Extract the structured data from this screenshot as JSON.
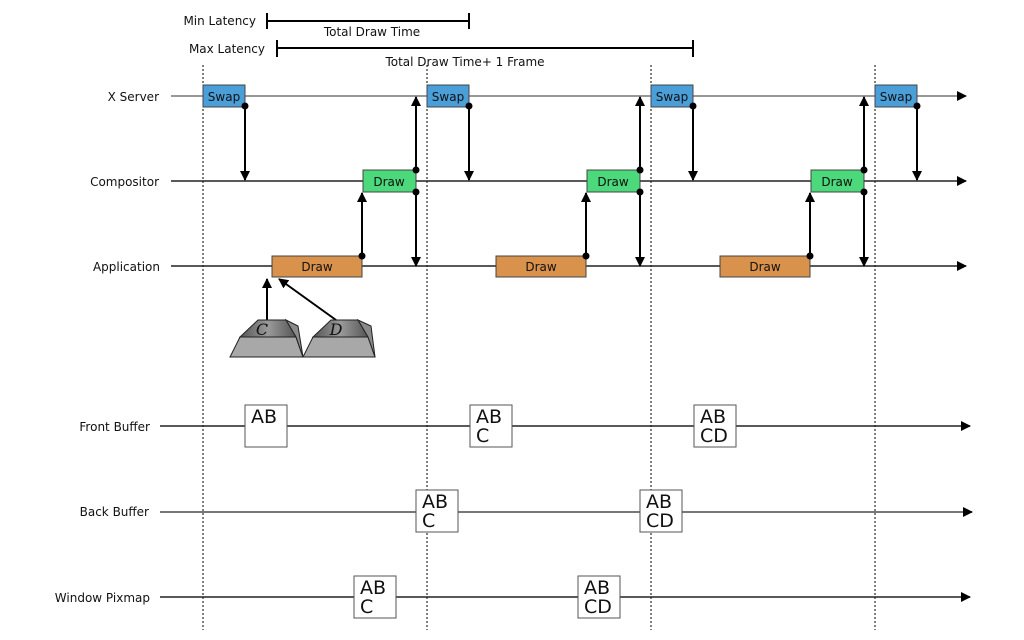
{
  "latency": {
    "min_label": "Min Latency",
    "min_span_label": "Total Draw Time",
    "max_label": "Max Latency",
    "max_span_label": "Total Draw Time+ 1 Frame"
  },
  "lanes": {
    "x_server": "X Server",
    "compositor": "Compositor",
    "application": "Application",
    "front_buffer": "Front Buffer",
    "back_buffer": "Back Buffer",
    "window_pixmap": "Window Pixmap"
  },
  "box_labels": {
    "swap": "Swap",
    "draw": "Draw"
  },
  "keys": [
    "C",
    "D"
  ],
  "buffers": {
    "front": [
      [
        "AB",
        ""
      ],
      [
        "AB",
        "C"
      ],
      [
        "AB",
        "CD"
      ]
    ],
    "back": [
      [
        "AB",
        "C"
      ],
      [
        "AB",
        "CD"
      ]
    ],
    "pixmap": [
      [
        "AB",
        "C"
      ],
      [
        "AB",
        "CD"
      ]
    ]
  },
  "colors": {
    "swap": "#4a9fd8",
    "compositor_draw": "#4cd97c",
    "app_draw": "#d9924c",
    "key_top": "#6b6b6b",
    "key_side": "#a8a8a8"
  }
}
